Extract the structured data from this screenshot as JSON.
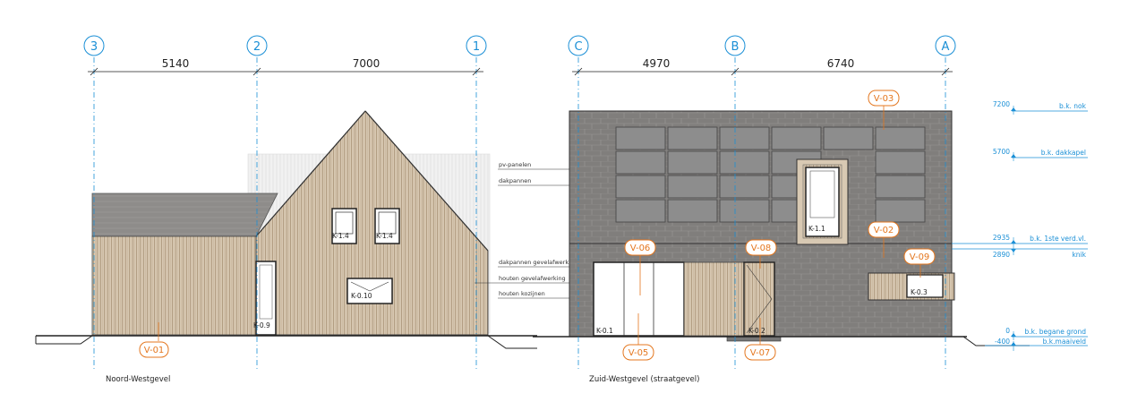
{
  "colors": {
    "axis": "#1a8fd6",
    "tag": "#e4771f",
    "wood": "#d3c3ad",
    "tile": "#7d7b79",
    "pv": "#8b8b8b",
    "wall": "#6e6e6e"
  },
  "left_view": {
    "caption": "Noord-Westgevel",
    "axes": [
      "3",
      "2",
      "1"
    ],
    "dims": [
      "5140",
      "7000"
    ],
    "tag": "V-01",
    "windows": [
      "K-1.4",
      "K-1.4",
      "K-0.10",
      "K-0.9"
    ]
  },
  "right_view": {
    "caption": "Zuid-Westgevel (straatgevel)",
    "axes": [
      "C",
      "B",
      "A"
    ],
    "dims": [
      "4970",
      "6740"
    ],
    "tags": [
      "V-03",
      "V-02",
      "V-06",
      "V-08",
      "V-09",
      "V-05",
      "V-07"
    ],
    "windows": [
      "K-1.1",
      "K-0.1",
      "K-0.2",
      "K-0.3"
    ]
  },
  "notes": [
    "pv-panelen",
    "dakpannen",
    "dakpannen gevelafwerking",
    "houten gevelafwerking",
    "houten kozijnen"
  ],
  "levels": [
    {
      "value": "7200",
      "label": "b.k. nok"
    },
    {
      "value": "5700",
      "label": "b.k. dakkapel"
    },
    {
      "value": "2935",
      "label": "b.k. 1ste verd.vl."
    },
    {
      "value": "2890",
      "label": "knik"
    },
    {
      "value": "0",
      "label": "b.k. begane grond"
    },
    {
      "value": "-400",
      "label": "b.k.maaiveld"
    }
  ]
}
